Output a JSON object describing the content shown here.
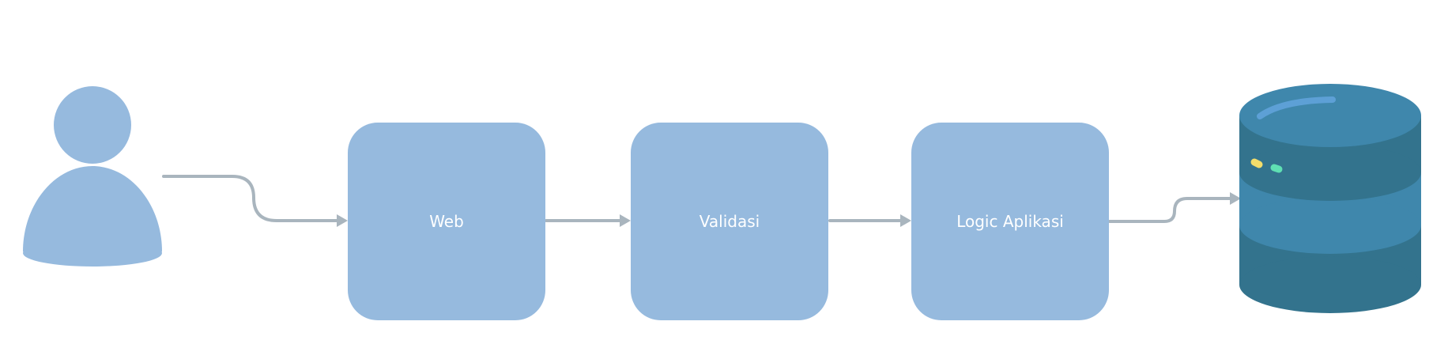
{
  "colors": {
    "background": "#ffffff",
    "box_fill": "#96bade",
    "box_text": "#ffffff",
    "user_icon": "#96bade",
    "connector": "#a9b5be",
    "db_light": "#3f87ac",
    "db_dark": "#33738d",
    "db_highlight": "#5da0d6",
    "db_led_yellow": "#f3dd6b",
    "db_led_green": "#5fe0b3"
  },
  "icons": {
    "actor": "user-icon",
    "storage": "database-icon"
  },
  "nodes": [
    {
      "id": "web",
      "label": "Web"
    },
    {
      "id": "validasi",
      "label": "Validasi"
    },
    {
      "id": "logic",
      "label": "Logic Aplikasi"
    }
  ]
}
